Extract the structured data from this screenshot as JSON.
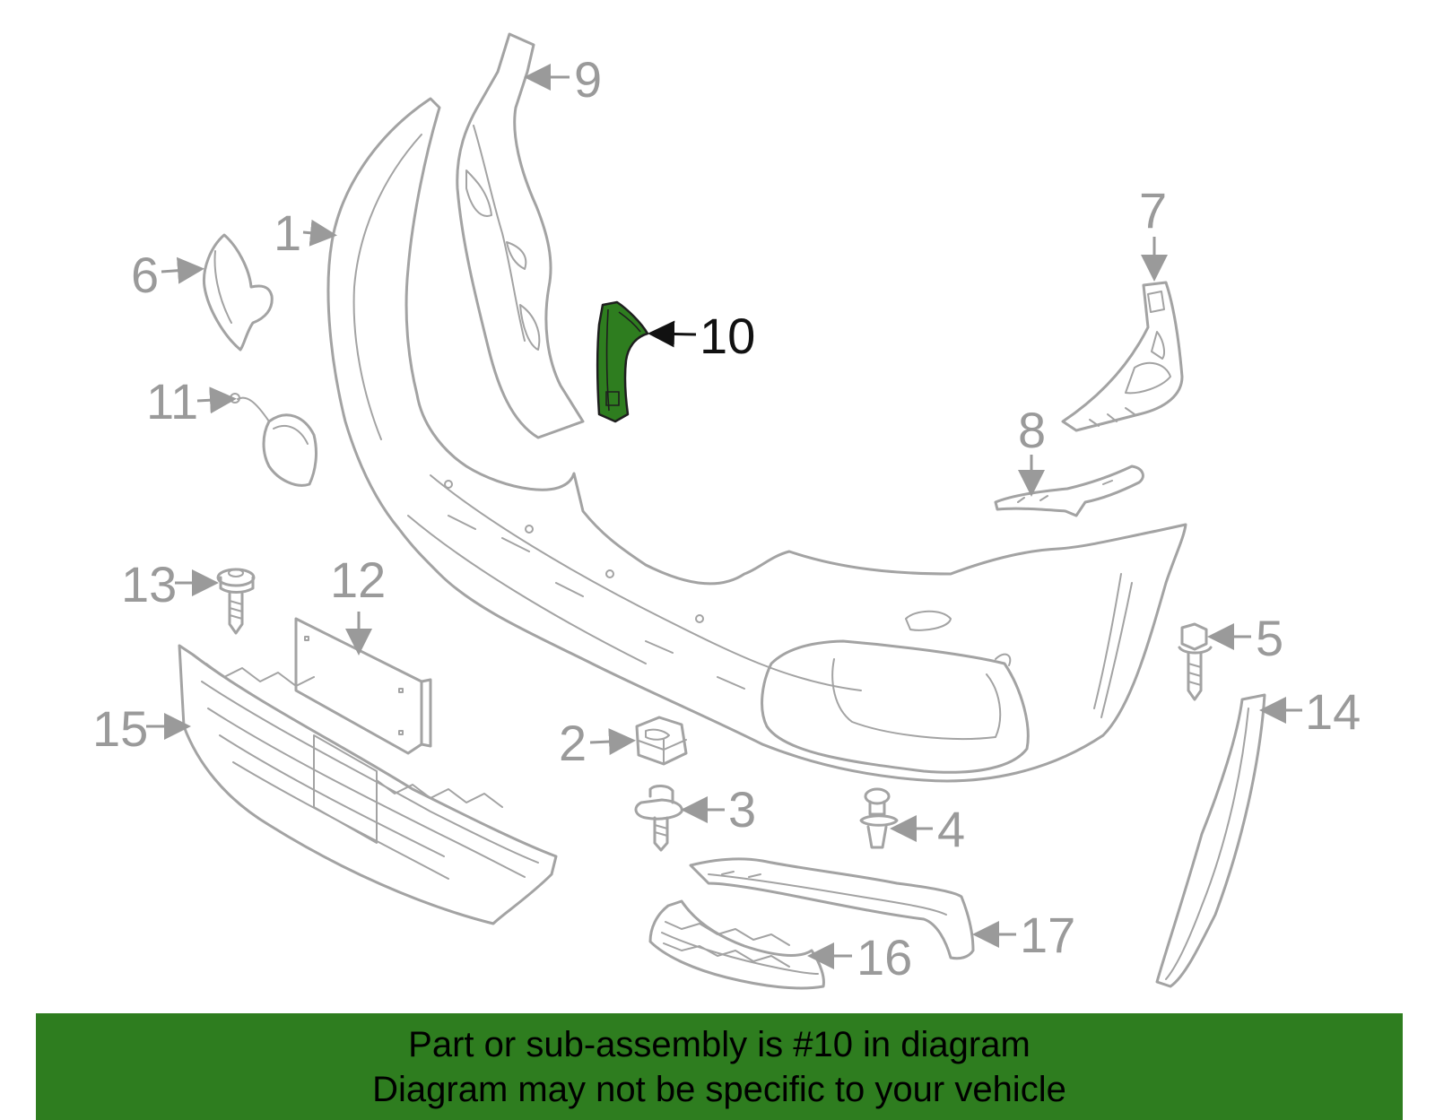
{
  "diagram": {
    "highlighted_part": "10",
    "callouts": [
      "1",
      "2",
      "3",
      "4",
      "5",
      "6",
      "7",
      "8",
      "9",
      "10",
      "11",
      "12",
      "13",
      "14",
      "15",
      "16",
      "17"
    ]
  },
  "colors": {
    "highlight": "#2e7d1f",
    "part_outline": "#a3a3a3",
    "banner": "#2e7d1f",
    "label_active": "#111111",
    "label_inactive": "#9a9a9a"
  },
  "banner": {
    "line1": "Part or sub-assembly is #10 in diagram",
    "line2": "Diagram may not be specific to your vehicle"
  }
}
